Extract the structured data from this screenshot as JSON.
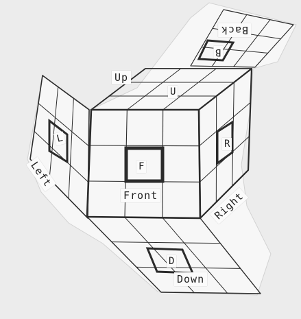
{
  "faces": {
    "up": {
      "name": "Up",
      "letter": "U"
    },
    "front": {
      "name": "Front",
      "letter": "F"
    },
    "left": {
      "name": "Left",
      "letter": "L"
    },
    "right": {
      "name": "Right",
      "letter": "R"
    },
    "back": {
      "name": "Back",
      "letter": "B"
    },
    "down": {
      "name": "Down",
      "letter": "D"
    }
  },
  "colors": {
    "paper": "#f7f7f7",
    "ink": "#2b2b2b",
    "background": "#ececec"
  }
}
